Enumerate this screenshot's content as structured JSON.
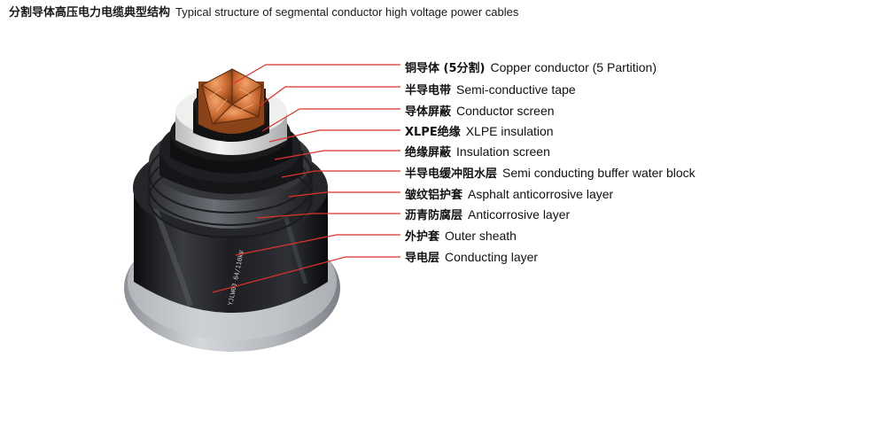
{
  "title": {
    "cn": "分割导体高压电力电缆典型结构",
    "en": "Typical structure of segmental conductor high voltage power cables"
  },
  "legend": [
    {
      "cn": "铜导体 (5分割)",
      "en": "Copper conductor (5 Partition)"
    },
    {
      "cn": "半导电带",
      "en": "Semi-conductive tape"
    },
    {
      "cn": "导体屏蔽",
      "en": "Conductor screen"
    },
    {
      "cn": "XLPE绝缘",
      "en": "XLPE insulation"
    },
    {
      "cn": "绝缘屏蔽",
      "en": "Insulation screen"
    },
    {
      "cn": "半导电缓冲阻水层",
      "en": "Semi conducting buffer water block"
    },
    {
      "cn": "皱纹铝护套",
      "en": "Asphalt anticorrosive layer"
    },
    {
      "cn": "沥青防腐层",
      "en": "Anticorrosive layer"
    },
    {
      "cn": "外护套",
      "en": "Outer sheath"
    },
    {
      "cn": "导电层",
      "en": "Conducting layer"
    }
  ],
  "cable_marking": "YJLW03 64/110kV",
  "colors": {
    "leader_line": "#e0322b",
    "copper": "#c8692f",
    "outer_sheath": "#1c1d20",
    "base_ring": "#b8bcc2",
    "insulation": "#ececea"
  }
}
